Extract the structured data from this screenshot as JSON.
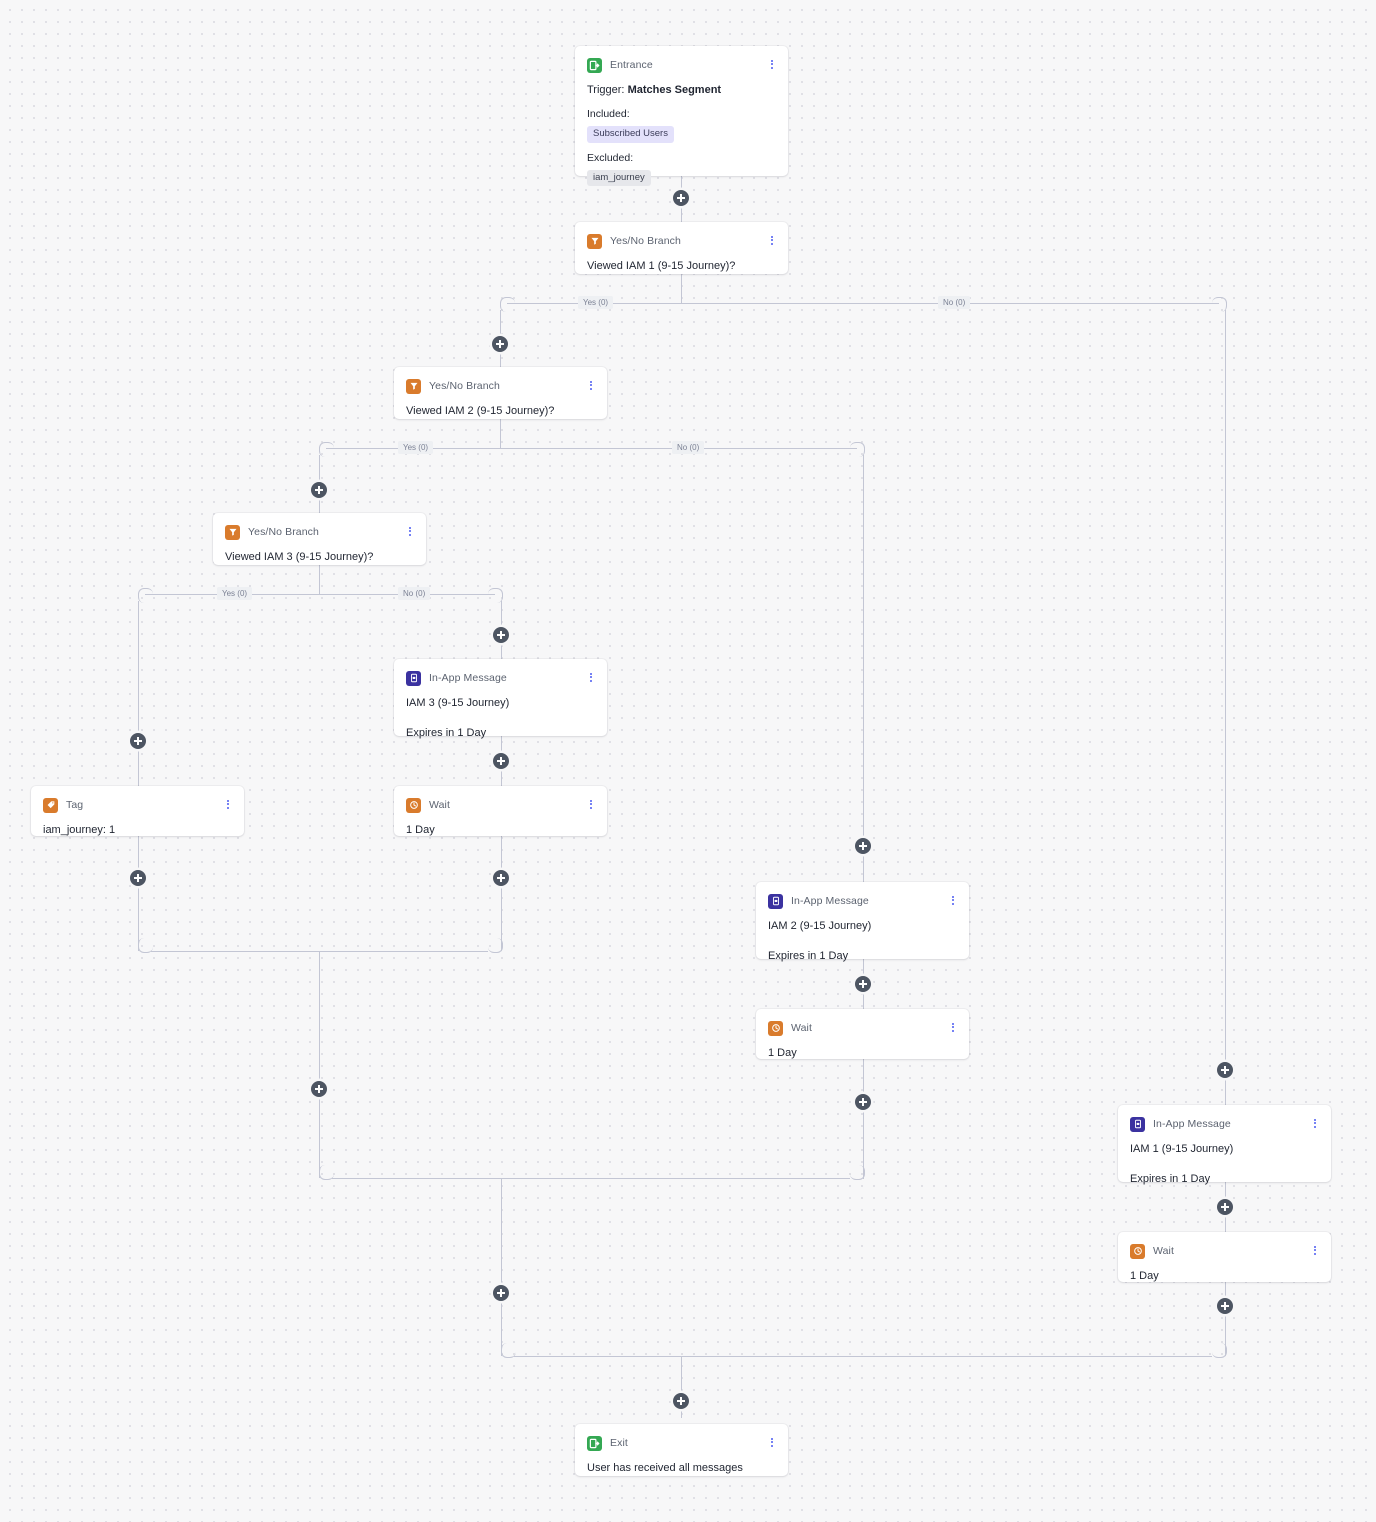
{
  "canvas": {
    "background_color": "#f7f7f8",
    "grid_dot_color": "#dcdce2",
    "connector_color": "#c3c6d4"
  },
  "colors": {
    "entrance_icon": "#34a853",
    "exit_icon": "#34a853",
    "branch_icon": "#d97b2c",
    "wait_icon": "#d97b2c",
    "tag_icon": "#d97b2c",
    "message_icon": "#3b32a0",
    "kebab_dot": "#4a5af0",
    "plus_button": "#4d5562",
    "pill_purple_bg": "#e3e1fb",
    "pill_gray_bg": "#e6e7eb"
  },
  "nodes": {
    "entrance": {
      "type": "Entrance",
      "icon": "entrance-door-icon",
      "trigger_label": "Trigger:",
      "trigger_value": "Matches Segment",
      "included_label": "Included:",
      "included_value": "Subscribed Users",
      "excluded_label": "Excluded:",
      "excluded_value": "iam_journey"
    },
    "branch1": {
      "type": "Yes/No Branch",
      "icon": "filter-funnel-icon",
      "question": "Viewed IAM 1 (9-15 Journey)?",
      "yes_label": "Yes (0)",
      "no_label": "No (0)"
    },
    "branch2": {
      "type": "Yes/No Branch",
      "icon": "filter-funnel-icon",
      "question": "Viewed IAM 2 (9-15 Journey)?",
      "yes_label": "Yes (0)",
      "no_label": "No (0)"
    },
    "branch3": {
      "type": "Yes/No Branch",
      "icon": "filter-funnel-icon",
      "question": "Viewed IAM 3 (9-15 Journey)?",
      "yes_label": "Yes (0)",
      "no_label": "No (0)"
    },
    "message3": {
      "type": "In-App Message",
      "icon": "in-app-message-icon",
      "name": "IAM 3 (9-15 Journey)",
      "expiry": "Expires in 1 Day"
    },
    "message2": {
      "type": "In-App Message",
      "icon": "in-app-message-icon",
      "name": "IAM 2 (9-15 Journey)",
      "expiry": "Expires in 1 Day"
    },
    "message1": {
      "type": "In-App Message",
      "icon": "in-app-message-icon",
      "name": "IAM 1 (9-15 Journey)",
      "expiry": "Expires in 1 Day"
    },
    "wait3": {
      "type": "Wait",
      "icon": "clock-icon",
      "duration": "1 Day"
    },
    "wait2": {
      "type": "Wait",
      "icon": "clock-icon",
      "duration": "1 Day"
    },
    "wait1": {
      "type": "Wait",
      "icon": "clock-icon",
      "duration": "1 Day"
    },
    "tag": {
      "type": "Tag",
      "icon": "tag-icon",
      "value": "iam_journey: 1"
    },
    "exit": {
      "type": "Exit",
      "icon": "exit-door-icon",
      "description": "User has received all messages"
    }
  }
}
